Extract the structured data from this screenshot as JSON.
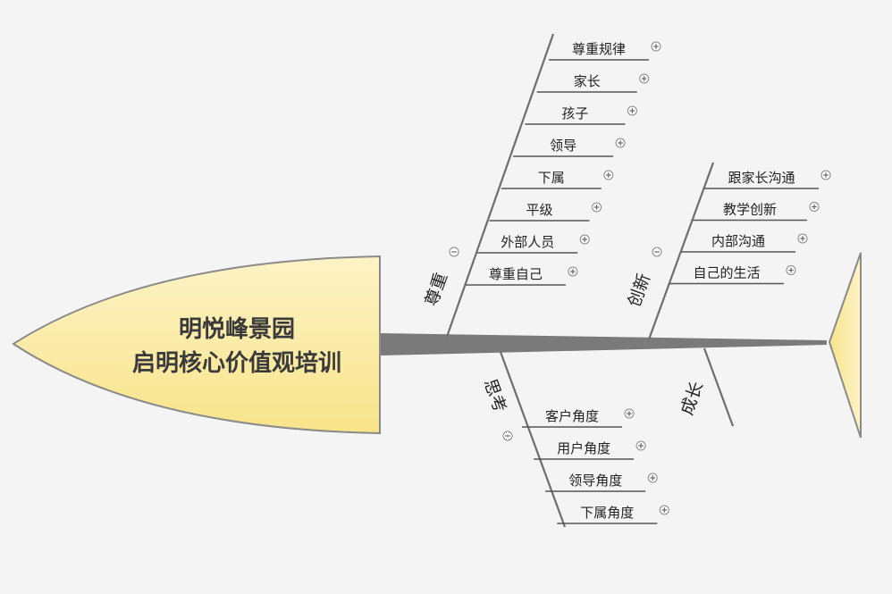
{
  "head": {
    "title_line1": "明悦峰景园",
    "title_line2": "启明核心价值观培训"
  },
  "branches": [
    {
      "id": "respect",
      "label": "尊重",
      "state": "collapse",
      "children": [
        "尊重规律",
        "家长",
        "孩子",
        "领导",
        "下属",
        "平级",
        "外部人员",
        "尊重自己"
      ]
    },
    {
      "id": "innovation",
      "label": "创新",
      "state": "collapse",
      "children": [
        "跟家长沟通",
        "教学创新",
        "内部沟通",
        "自己的生活"
      ]
    },
    {
      "id": "thinking",
      "label": "思考",
      "state": "collapse",
      "children": [
        "客户角度",
        "用户角度",
        "领导角度",
        "下属角度"
      ]
    },
    {
      "id": "growth",
      "label": "成长",
      "state": "none",
      "children": []
    }
  ],
  "colors": {
    "head_fill_top": "#fdf3c6",
    "head_fill_bottom": "#f8e48a",
    "head_stroke": "#8a8a8a",
    "spine": "#7a7a7a",
    "background": "#f4f4f4"
  },
  "icons": {
    "expand": "plus-circle-icon",
    "collapse": "minus-circle-icon"
  }
}
